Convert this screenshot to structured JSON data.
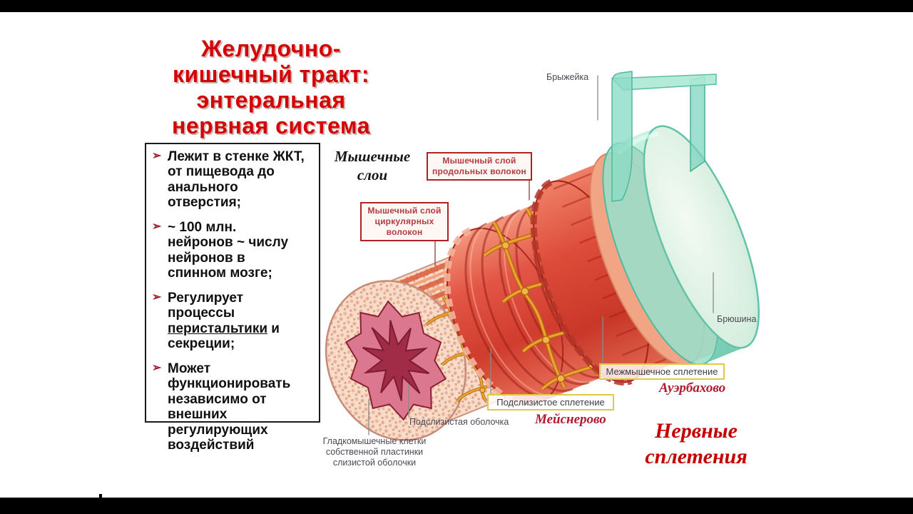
{
  "title": {
    "line1": "Желудочно-",
    "line2": "кишечный тракт:",
    "line3": "энтеральная",
    "line4": "нервная система"
  },
  "panel": {
    "bullet_glyph": "➢",
    "bullets": {
      "b1": "Лежит в стенке ЖКТ, от пищевода до анального отверстия;",
      "b2": "~ 100 млн. нейронов ~ числу нейронов в спинном мозге;",
      "b3_pre": "Регулирует процессы ",
      "b3_underlined": "перистальтики",
      "b3_post": " и секреции;",
      "b4": "Может функционировать независимо от внешних регулирующих воздействий"
    }
  },
  "diagram": {
    "labels": {
      "muscle_layers": "Мышечные слои",
      "longitudinal_box": "Мышечный слой продольных волокон",
      "circular_box": "Мышечный слой циркулярных волокон",
      "mesentery": "Брыжейка",
      "peritoneum": "Брюшина",
      "myenteric_box": "Межмышечное сплетение",
      "auerbach": "Ауэрбахово",
      "submucosal_box": "Подслизистое сплетение",
      "meissner": "Мейснерово",
      "submucosa": "Подслизистая оболочка",
      "smooth_muscle": "Гладкомышечные клетки собственной пластинки слизистой оболочки",
      "nerve_plexuses": "Нервные сплетения"
    },
    "colors": {
      "title_red": "#d40404",
      "label_box_red": "#b02025",
      "label_text_red": "#b23b42",
      "yellow_border": "#e0ca45",
      "serif_dark_red": "#b01a30",
      "big_red": "#c40000",
      "serosa_teal": "#7fd6bd",
      "muscle_red": "#dd4638",
      "nerve_orange": "#e08a1f"
    }
  }
}
